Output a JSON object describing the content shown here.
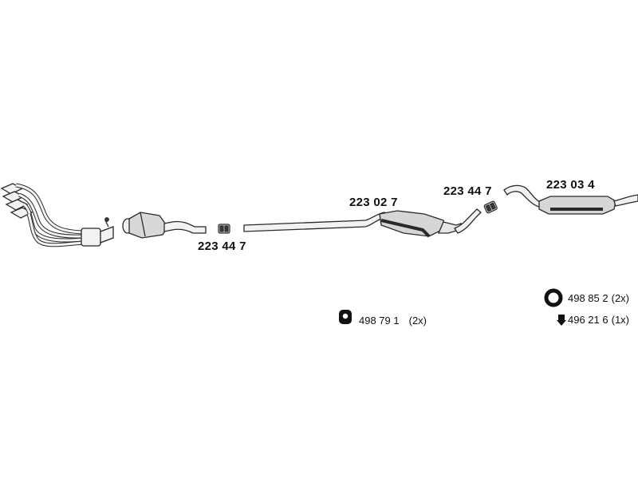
{
  "parts": [
    {
      "id": "rear-box-number",
      "number": "223 03 4"
    },
    {
      "id": "middle-box-number",
      "number": "223 02 7"
    },
    {
      "id": "clamp-rear-number",
      "number": "223 44 7"
    },
    {
      "id": "clamp-front-number",
      "number": "223 44 7"
    }
  ],
  "accessories": [
    {
      "icon": "rubber-ring-icon",
      "number": "498 85 2",
      "qty": "(2x)"
    },
    {
      "icon": "rubber-hanger-icon",
      "number": "496 21 6",
      "qty": "(1x)"
    },
    {
      "icon": "rubber-mount-icon",
      "number": "498 79 1",
      "qty": "(2x)"
    }
  ],
  "colors": {
    "line": "#2a2a2a",
    "fill_light": "#f2f2f2",
    "fill_mid": "#bdbdbd",
    "fill_dark": "#3a3a3a",
    "text": "#111111"
  }
}
